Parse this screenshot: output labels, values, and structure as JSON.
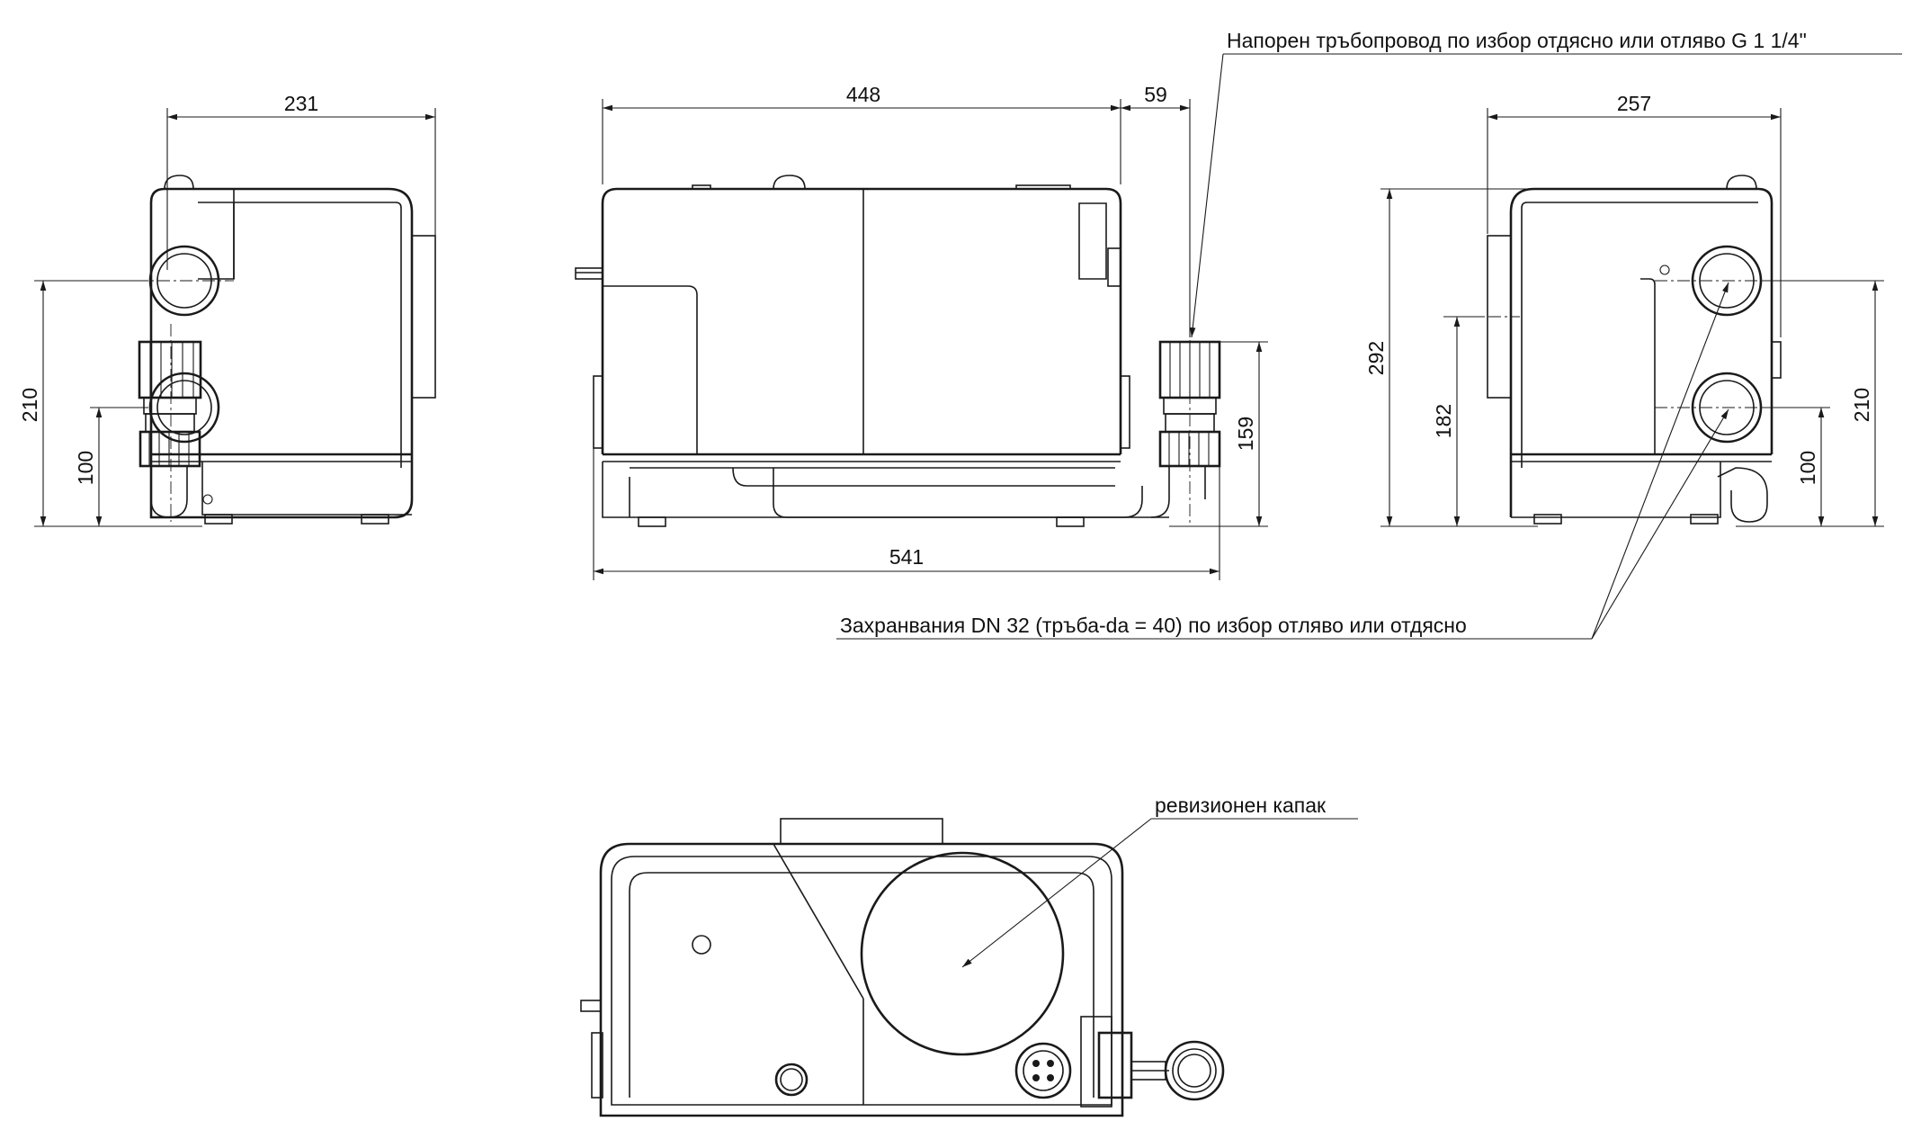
{
  "diagram": {
    "dimensions": {
      "left_width": "231",
      "left_height_210": "210",
      "left_height_100": "100",
      "front_width_448": "448",
      "front_offset_59": "59",
      "front_height_159": "159",
      "front_width_541": "541",
      "right_width": "257",
      "right_height_292": "292",
      "right_height_182": "182",
      "right_height_210": "210",
      "right_height_100": "100"
    },
    "annotations": {
      "pressure_pipe": "Напорен тръбопровод по избор отдясно или отляво G 1 1/4\"",
      "inlets": "Захранвания DN 32 (тръба-da = 40) по избор отляво или отдясно",
      "inspection_cover": "ревизионен капак"
    }
  }
}
